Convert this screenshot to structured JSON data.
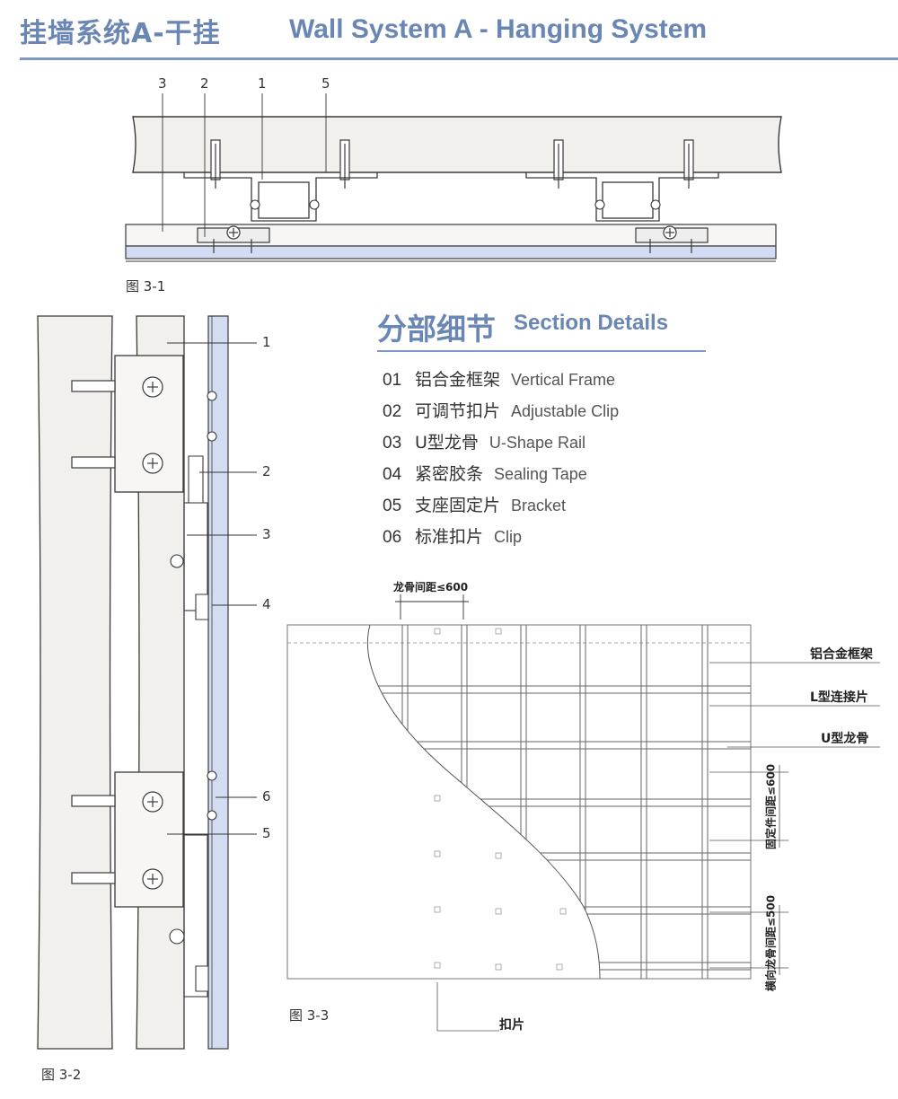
{
  "header": {
    "title_cn": "挂墙系统A-干挂",
    "title_en": "Wall System A - Hanging System"
  },
  "figure1": {
    "caption": "图 3-1",
    "callouts": [
      "3",
      "2",
      "1",
      "5"
    ]
  },
  "figure2": {
    "caption": "图 3-2",
    "callouts": [
      "1",
      "2",
      "3",
      "4",
      "6",
      "5"
    ]
  },
  "section": {
    "title_cn": "分部细节",
    "title_en": "Section Details",
    "items": [
      {
        "num": "01",
        "cn": "铝合金框架",
        "en": "Vertical  Frame"
      },
      {
        "num": "02",
        "cn": "可调节扣片",
        "en": "Adjustable Clip"
      },
      {
        "num": "03",
        "cn": "U型龙骨",
        "en": "U-Shape Rail"
      },
      {
        "num": "04",
        "cn": "紧密胶条",
        "en": "Sealing Tape"
      },
      {
        "num": "05",
        "cn": "支座固定片",
        "en": "Bracket"
      },
      {
        "num": "06",
        "cn": "标准扣片",
        "en": "Clip"
      }
    ]
  },
  "figure3": {
    "caption": "图 3-3",
    "dim_top": "龙骨间距≤600",
    "label_frame": "铝合金框架",
    "label_lclip": "L型连接片",
    "label_urail": "U型龙骨",
    "dim_fixing": "固定件间距≤600",
    "dim_horizontal": "横向龙骨间距≤500",
    "label_clip": "扣片"
  },
  "colors": {
    "accent": "#6a86b5",
    "panel_blue": "#d3dcf2",
    "wall_fill": "#f1f0ed",
    "line": "#3a3a3a"
  }
}
